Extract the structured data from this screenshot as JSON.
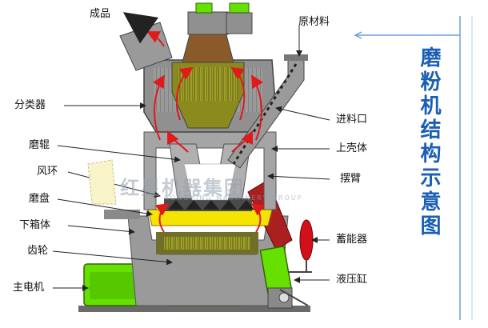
{
  "diagram": {
    "side_title": "磨粉机结构示意图",
    "watermark": "红星机器集团",
    "watermark_sub": "HONGXING MACHINERY GROUP",
    "labels": {
      "product": "成品",
      "raw_material": "原材料",
      "classifier": "分类器",
      "feed_inlet": "进料口",
      "roller": "磨辊",
      "upper_shell": "上壳体",
      "air_ring": "风环",
      "rocker_arm": "摆臂",
      "grinding_disc": "磨盘",
      "lower_box": "下箱体",
      "gear": "齿轮",
      "accumulator": "蓄能器",
      "main_motor": "主电机",
      "hydraulic_cylinder": "液压缸"
    }
  },
  "colors": {
    "title_blue": "#1a5fb4",
    "frame_blue": "#6aa0dc",
    "body_gray": "#8c8c8c",
    "separator_olive": "#8a8a1e",
    "disc_yellow": "#f5e400",
    "motor_green": "#66e000",
    "airflow_red": "#e0191b",
    "accumulator_red": "#d0101a"
  }
}
